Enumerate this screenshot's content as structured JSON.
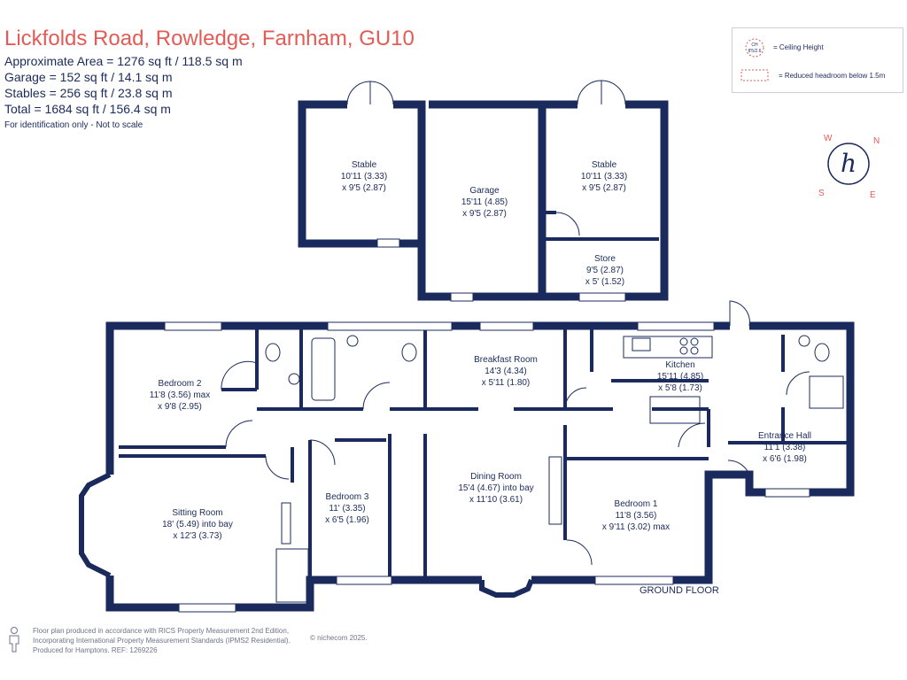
{
  "header": {
    "title": "Lickfolds Road, Rowledge, Farnham, GU10",
    "areas": [
      "Approximate Area = 1276  sq ft / 118.5  sq m",
      "Garage = 152 sq ft / 14.1  sq m",
      "Stables = 256 sq ft / 23.8  sq m",
      "Total = 1684 sq ft / 156.4 sq m"
    ],
    "note": "For identification only - Not to scale"
  },
  "legend": {
    "ceiling_badge_line1": "CH",
    "ceiling_badge_line2": "8'5/2.6",
    "ceiling_height": "= Ceiling Height",
    "reduced_headroom": "= Reduced headroom below 1.5m"
  },
  "compass": {
    "letters": [
      "W",
      "N",
      "S",
      "E"
    ],
    "logo": "h"
  },
  "rooms": [
    {
      "name": "Stable",
      "dim1": "10'11 (3.33)",
      "dim2": "x 9'5 (2.87)"
    },
    {
      "name": "Garage",
      "dim1": "15'11 (4.85)",
      "dim2": "x 9'5 (2.87)"
    },
    {
      "name": "Stable",
      "dim1": "10'11 (3.33)",
      "dim2": "x 9'5 (2.87)"
    },
    {
      "name": "Store",
      "dim1": "9'5 (2.87)",
      "dim2": "x 5' (1.52)"
    },
    {
      "name": "Bedroom 2",
      "dim1": "11'8 (3.56) max",
      "dim2": "x 9'8 (2.95)"
    },
    {
      "name": "Breakfast Room",
      "dim1": "14'3 (4.34)",
      "dim2": "x 5'11 (1.80)"
    },
    {
      "name": "Kitchen",
      "dim1": "15'11 (4.85)",
      "dim2": "x 5'8 (1.73)"
    },
    {
      "name": "Entrance Hall",
      "dim1": "11'1 (3.38)",
      "dim2": "x 6'6 (1.98)"
    },
    {
      "name": "Sitting Room",
      "dim1": "18' (5.49) into bay",
      "dim2": "x 12'3 (3.73)"
    },
    {
      "name": "Bedroom 3",
      "dim1": "11' (3.35)",
      "dim2": "x 6'5 (1.96)"
    },
    {
      "name": "Dining Room",
      "dim1": "15'4 (4.67) into bay",
      "dim2": "x 11'10 (3.61)"
    },
    {
      "name": "Bedroom 1",
      "dim1": "11'8 (3.56)",
      "dim2": "x 9'11 (3.02) max"
    }
  ],
  "floor_label": "GROUND FLOOR",
  "footer": {
    "lines": [
      "Floor plan produced in accordance with RICS Property Measurement 2nd Edition,",
      "Incorporating International Property Measurement Standards (IPMS2 Residential).",
      "Produced for Hamptons.   REF:  1269226"
    ],
    "copyright": "© nichecom 2025."
  },
  "colors": {
    "wall": "#1b2a5c",
    "title": "#e45b55",
    "accent": "#e45b55"
  }
}
